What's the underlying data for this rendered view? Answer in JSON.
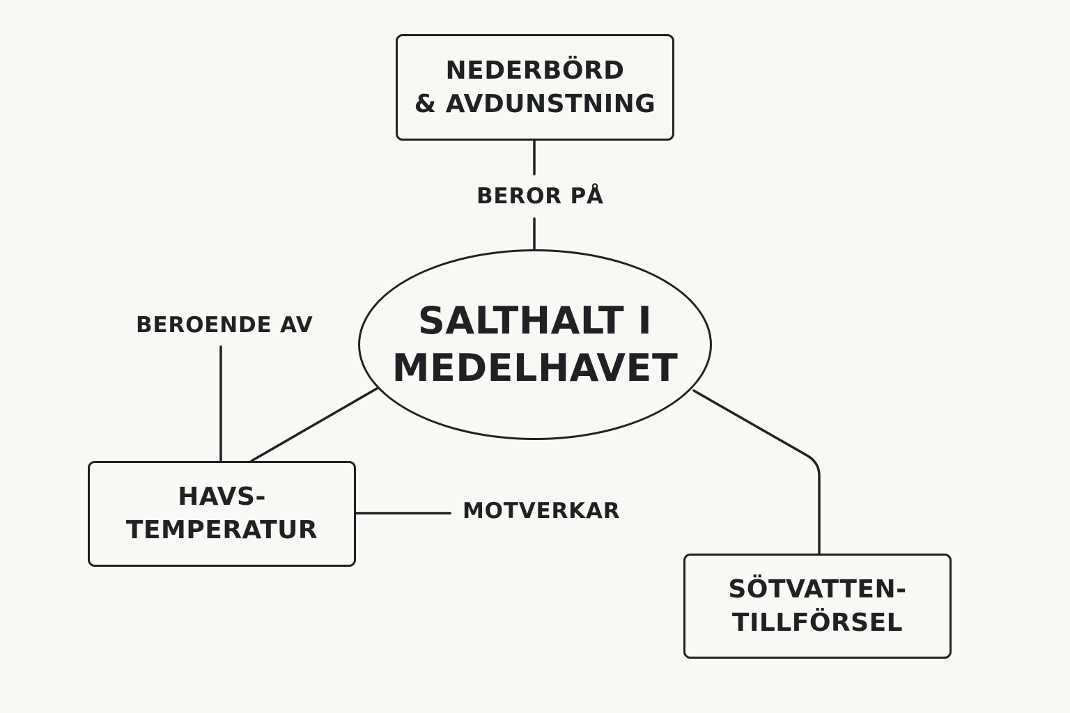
{
  "diagram": {
    "center": {
      "line1": "SALTHALT I",
      "line2": "MEDELHAVET"
    },
    "nodes": {
      "precipitation": {
        "line1": "NEDERBÖRD",
        "line2": "& AVDUNSTNING"
      },
      "temperature": {
        "line1": "HAVS-",
        "line2": "TEMPERATUR"
      },
      "freshwater": {
        "line1": "SÖTVATTEN-",
        "line2": "TILLFÖRSEL"
      }
    },
    "labels": {
      "depends_on": "BEROR PÅ",
      "dependent_on": "BEROENDE AV",
      "counteracts": "MOTVERKAR"
    },
    "colors": {
      "background": "#f9f8f4",
      "stroke": "#1f2224"
    }
  }
}
